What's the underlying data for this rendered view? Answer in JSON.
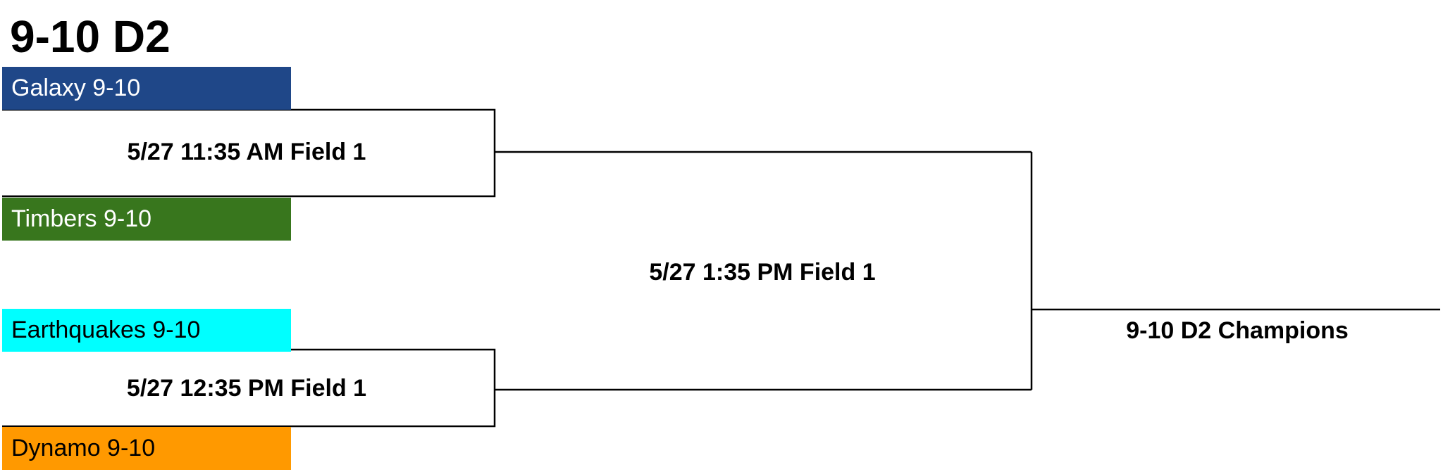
{
  "bracket": {
    "title": "9-10 D2",
    "teams": [
      {
        "label": "Galaxy 9-10",
        "color": "#1f4788"
      },
      {
        "label": "Timbers 9-10",
        "color": "#38761d"
      },
      {
        "label": "Earthquakes 9-10",
        "color": "#00ffff"
      },
      {
        "label": "Dynamo 9-10",
        "color": "#ff9900"
      }
    ],
    "games": [
      {
        "label": "5/27 11:35 AM Field 1"
      },
      {
        "label": "5/27 12:35 PM Field 1"
      },
      {
        "label": "5/27 1:35 PM Field 1"
      }
    ],
    "champion_label": "9-10 D2 Champions",
    "line_color": "#000000"
  }
}
